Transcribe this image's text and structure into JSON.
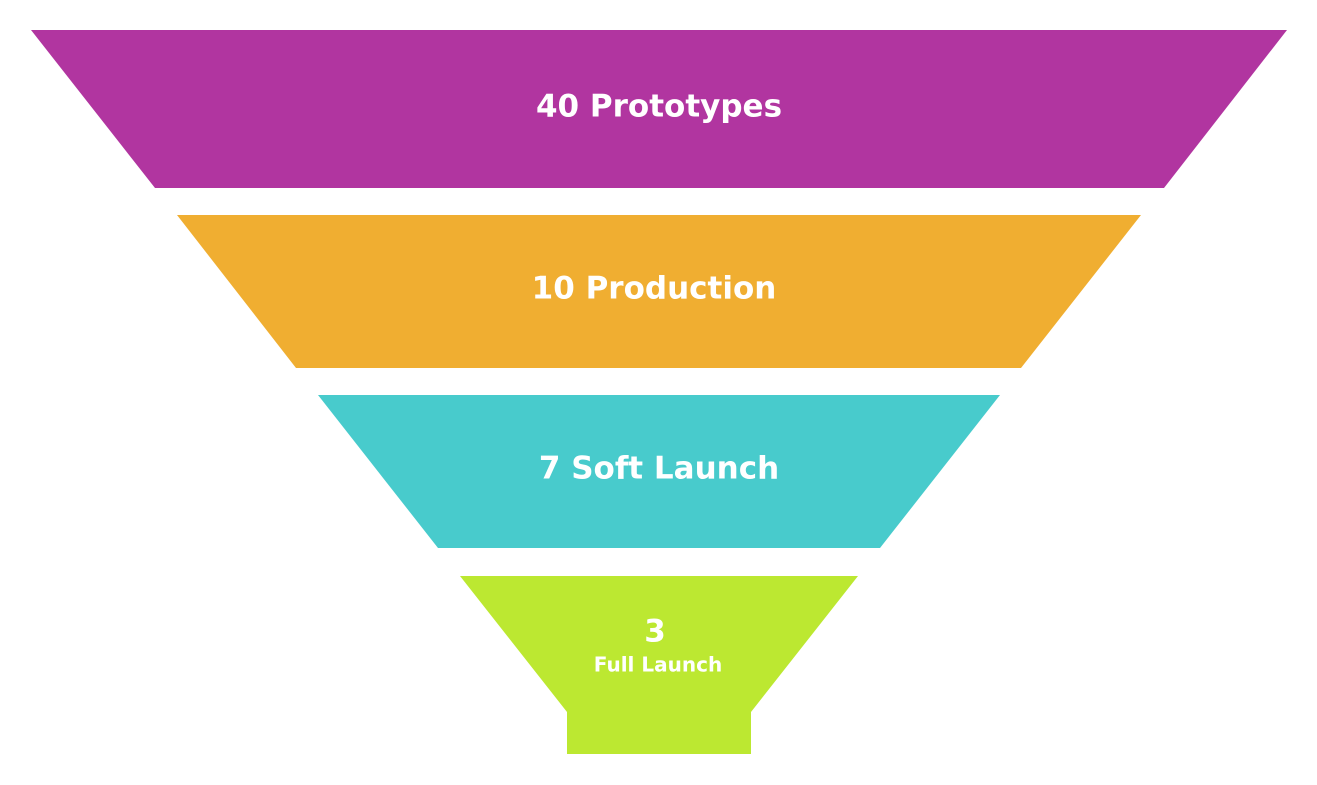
{
  "funnel": {
    "stages": [
      {
        "value": 40,
        "label": "40 Prototypes",
        "color": "#B135A0"
      },
      {
        "value": 10,
        "label": "10 Production",
        "color": "#F0AE31"
      },
      {
        "value": 7,
        "label": "7 Soft Launch",
        "color": "#48CBCC"
      },
      {
        "value": 3,
        "number": "3",
        "label": "Full Launch",
        "color": "#BCE831"
      }
    ]
  }
}
